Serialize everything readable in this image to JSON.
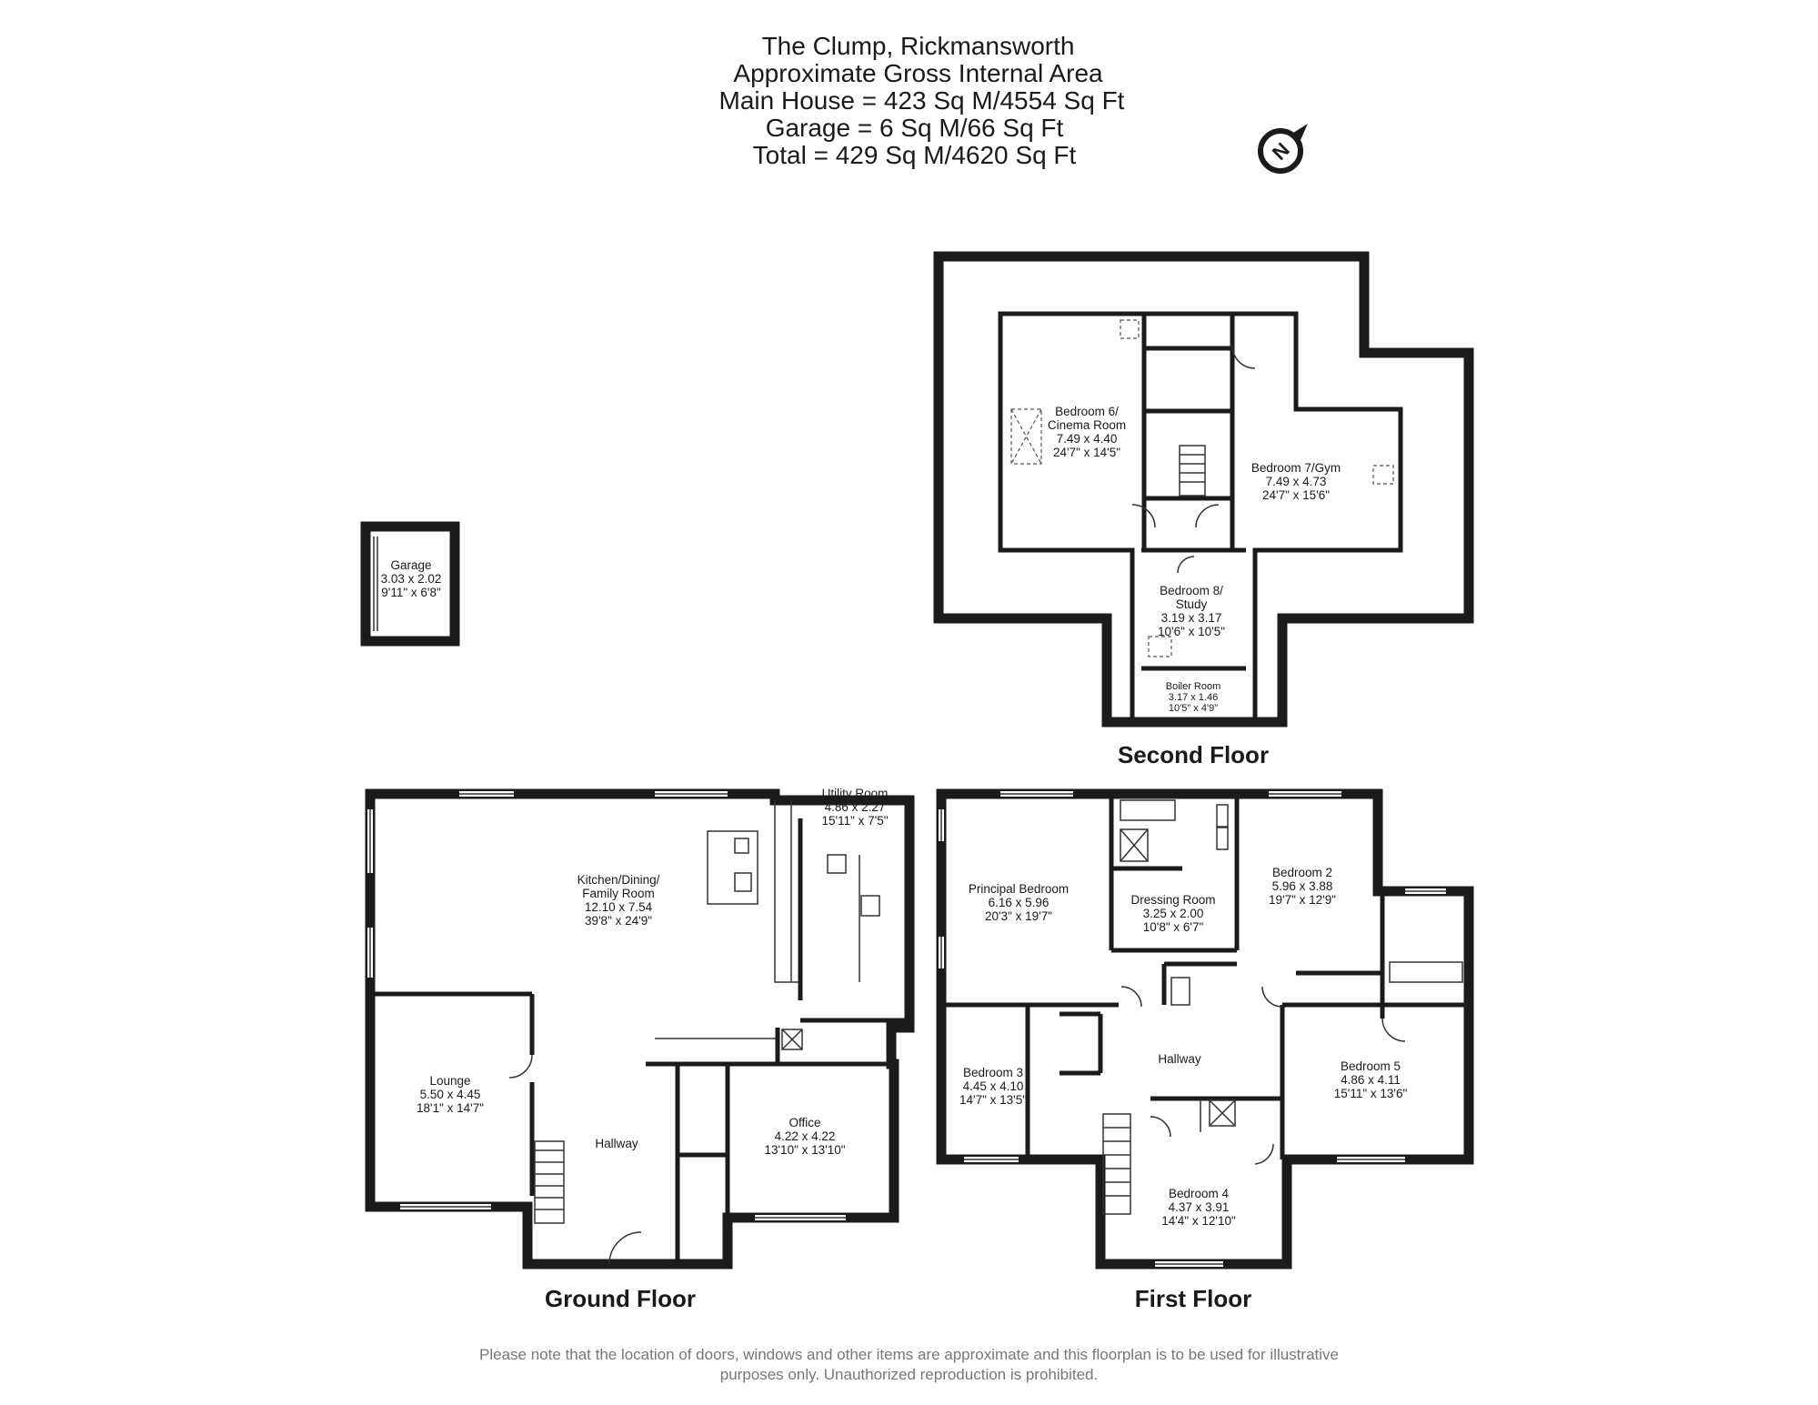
{
  "header": {
    "title": "The Clump, Rickmansworth",
    "subtitle": "Approximate Gross Internal Area",
    "main_house": "Main House = 423 Sq M/4554 Sq Ft",
    "garage": "Garage = 6 Sq M/66 Sq Ft",
    "total": "Total = 429 Sq M/4620 Sq Ft"
  },
  "compass": {
    "label": "N",
    "icon": "north-arrow-icon"
  },
  "floors": {
    "second": "Second Floor",
    "ground": "Ground Floor",
    "first": "First Floor"
  },
  "rooms": {
    "garage": {
      "name": "Garage",
      "metric": "3.03 x 2.02",
      "imperial": "9'11\" x 6'8\""
    },
    "bedroom6": {
      "name": "Bedroom 6/",
      "name2": "Cinema Room",
      "metric": "7.49 x 4.40",
      "imperial": "24'7\" x 14'5\""
    },
    "bedroom7": {
      "name": "Bedroom 7/Gym",
      "metric": "7.49 x 4.73",
      "imperial": "24'7\" x 15'6\""
    },
    "bedroom8": {
      "name": "Bedroom 8/",
      "name2": "Study",
      "metric": "3.19 x 3.17",
      "imperial": "10'6\" x 10'5\""
    },
    "boiler": {
      "name": "Boiler Room",
      "metric": "3.17 x 1.46",
      "imperial": "10'5\" x 4'9\""
    },
    "kitchen": {
      "name": "Kitchen/Dining/",
      "name2": "Family Room",
      "metric": "12.10 x 7.54",
      "imperial": "39'8\" x 24'9\""
    },
    "utility": {
      "name": "Utility Room",
      "metric": "4.86 x 2.27",
      "imperial": "15'11\" x 7'5\""
    },
    "lounge": {
      "name": "Lounge",
      "metric": "5.50 x 4.45",
      "imperial": "18'1\" x 14'7\""
    },
    "hallway_ground": {
      "name": "Hallway"
    },
    "office": {
      "name": "Office",
      "metric": "4.22 x 4.22",
      "imperial": "13'10\" x 13'10\""
    },
    "principal": {
      "name": "Principal Bedroom",
      "metric": "6.16 x 5.96",
      "imperial": "20'3\" x 19'7\""
    },
    "dressing": {
      "name": "Dressing Room",
      "metric": "3.25 x 2.00",
      "imperial": "10'8\" x 6'7\""
    },
    "bedroom2": {
      "name": "Bedroom 2",
      "metric": "5.96 x 3.88",
      "imperial": "19'7\" x 12'9\""
    },
    "bedroom3": {
      "name": "Bedroom 3",
      "metric": "4.45 x 4.10",
      "imperial": "14'7\" x 13'5\""
    },
    "hallway_first": {
      "name": "Hallway"
    },
    "bedroom5": {
      "name": "Bedroom 5",
      "metric": "4.86 x 4.11",
      "imperial": "15'11\" x 13'6\""
    },
    "bedroom4": {
      "name": "Bedroom 4",
      "metric": "4.37 x 3.91",
      "imperial": "14'4\" x 12'10\""
    }
  },
  "disclaimer": {
    "line1": "Please note that the location of doors, windows and other items are approximate and this floorplan is to be used for illustrative",
    "line2": "purposes only. Unauthorized reproduction is prohibited."
  }
}
